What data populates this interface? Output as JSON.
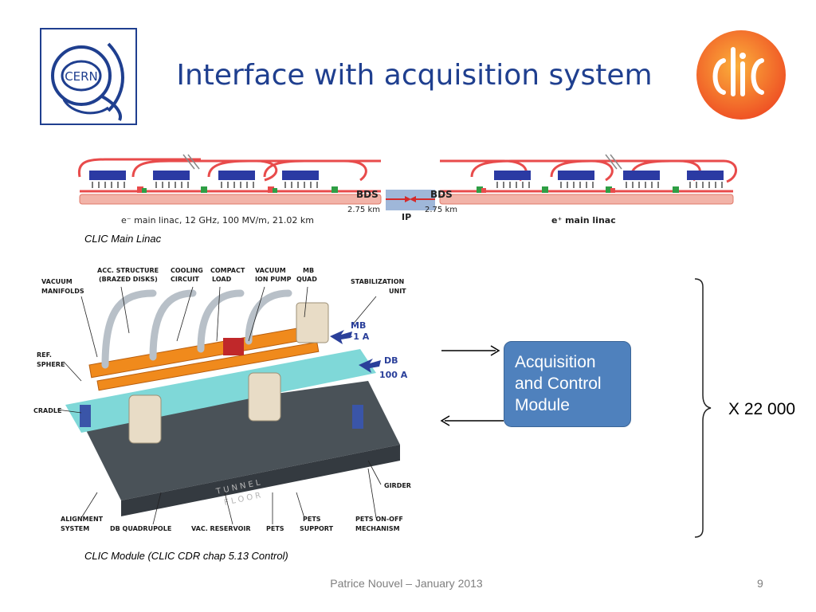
{
  "title": "Interface with acquisition system",
  "logos": {
    "cern": "CERN",
    "clic": "CLIC"
  },
  "linac": {
    "left_label": "e⁻ main linac, 12 GHz, 100 MV/m, 21.02 km",
    "right_label": "e⁺ main linac",
    "bds_left": "BDS",
    "bds_left_len": "2.75 km",
    "bds_right": "BDS",
    "bds_right_len": "2.75 km",
    "ip": "IP",
    "caption": "CLIC Main Linac"
  },
  "module": {
    "caption": "CLIC Module (CLIC CDR chap 5.13 Control)",
    "labels": {
      "acc_structure": "ACC. STRUCTURE",
      "brazed_disks": "(BRAZED  DISKS)",
      "cooling": "COOLING",
      "circuit": "CIRCUIT",
      "compact": "COMPACT",
      "load": "LOAD",
      "vacuum": "VACUUM",
      "ion_pump": "ION PUMP",
      "mb": "MB",
      "quad": "QUAD",
      "stabilization": "STABILIZATION",
      "unit": "UNIT",
      "vacuum2": "VACUUM",
      "manifolds": "MANIFOLDS",
      "ref": "REF.",
      "sphere": "SPHERE",
      "cradle": "CRADLE",
      "girder": "GIRDER",
      "alignment": "ALIGNMENT",
      "system": "SYSTEM",
      "db_quadrupole": "DB QUADRUPOLE",
      "vac_reservoir": "VAC. RESERVOIR",
      "pets": "PETS",
      "pets2": "PETS",
      "support": "SUPPORT",
      "pets_onoff": "PETS ON-OFF",
      "mechanism": "MECHANISM",
      "tunnel": "T U N N E L",
      "floor": "F L O O R",
      "mb_beam": "MB",
      "mb_current": "~1 A",
      "db_beam": "DB",
      "db_current": "100 A"
    }
  },
  "acquisition_box": {
    "line1": "Acquisition",
    "line2": "and Control",
    "line3": "Module"
  },
  "multiplier": "X 22 000",
  "footer": "Patrice Nouvel – January 2013",
  "page_number": "9",
  "colors": {
    "title": "#1f3f8f",
    "box": "#4f81bd",
    "linac_red": "#e84b4b",
    "klystron_blue": "#2b3aa3",
    "clic_orange": "#f26522"
  }
}
